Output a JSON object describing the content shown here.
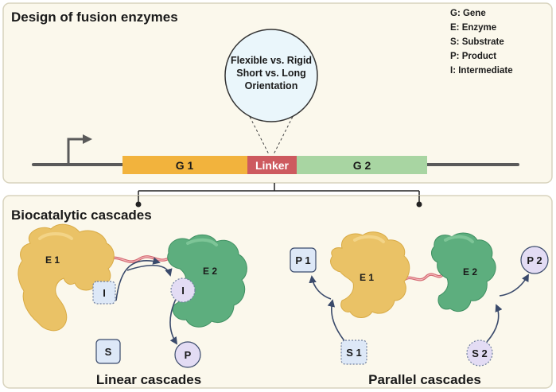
{
  "top_panel": {
    "title": "Design of fusion enzymes",
    "legend": [
      "G: Gene",
      "E: Enzyme",
      "S: Substrate",
      "P: Product",
      "I: Intermediate"
    ],
    "magnifier_lines": [
      "Flexible vs. Rigid",
      "Short vs. Long",
      "Orientation"
    ],
    "gene_construct": {
      "g1_label": "G 1",
      "linker_label": "Linker",
      "g2_label": "G 2"
    }
  },
  "bottom_panel": {
    "title": "Biocatalytic cascades",
    "linear": {
      "caption": "Linear cascades",
      "e1": "E 1",
      "e2": "E 2",
      "intermediate_a": "I",
      "intermediate_b": "I",
      "substrate": "S",
      "product": "P"
    },
    "parallel": {
      "caption": "Parallel cascades",
      "e1": "E 1",
      "e2": "E 2",
      "p1": "P 1",
      "p2": "P 2",
      "s1": "S 1",
      "s2": "S 2"
    }
  },
  "colors": {
    "panel_fill": "#fbf8ec",
    "panel_stroke": "#d8d3bd",
    "gene1": "#f2b33d",
    "linker": "#cd5a5f",
    "gene2": "#a8d5a2",
    "enzyme1": "#eac266",
    "enzyme2": "#5dae7e",
    "square_node": "#dde8f7",
    "circle_node": "#e3dcf4",
    "arrow": "#3a4a6b"
  }
}
